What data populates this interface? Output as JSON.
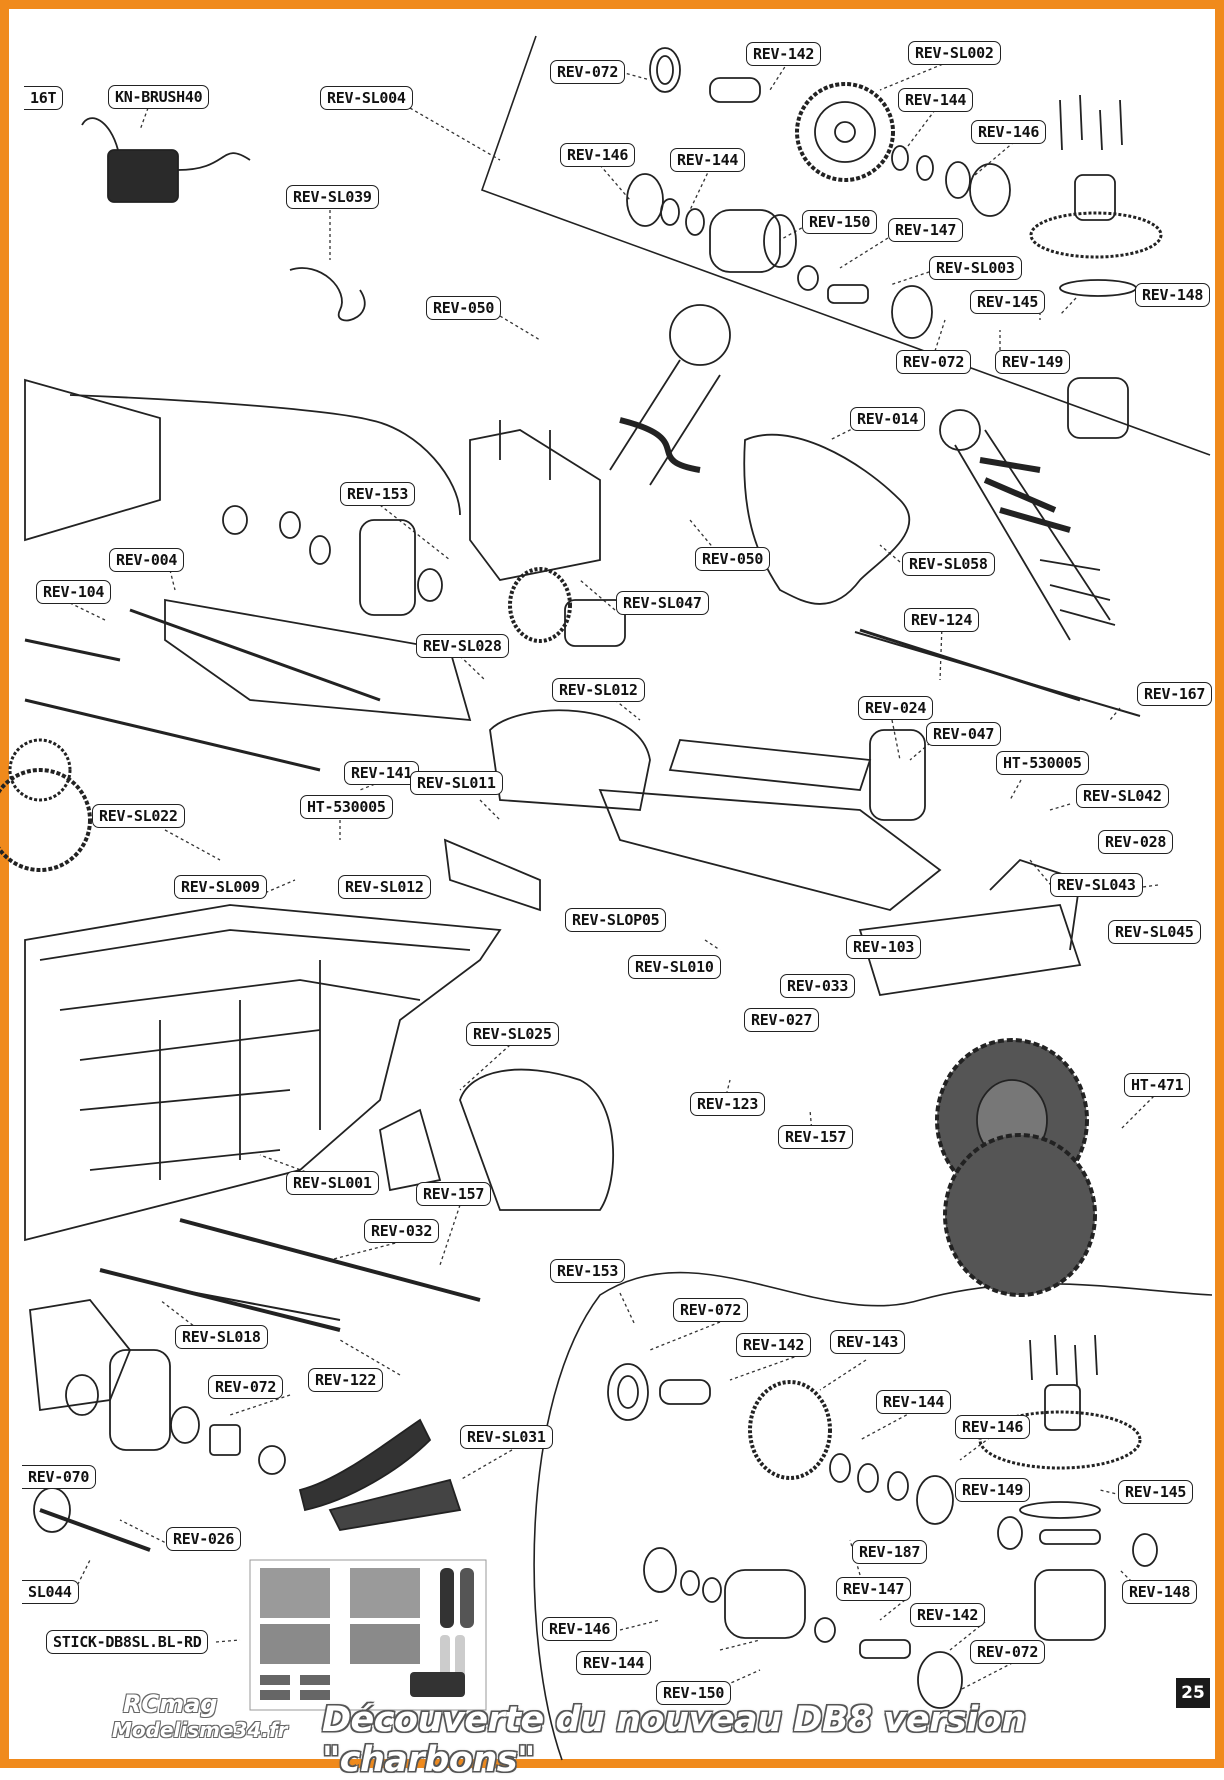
{
  "page": {
    "number": "25",
    "brand_line1": "RCmag",
    "brand_line2": "Modelisme34.fr",
    "caption": "Découverte du nouveau DB8 version \"charbons\""
  },
  "colors": {
    "frame": "#f08a1c",
    "line": "#222222",
    "label_border": "#222222"
  },
  "parts": [
    {
      "id": "p01",
      "label": "16T",
      "cut": true
    },
    {
      "id": "p02",
      "label": "KN-BRUSH40"
    },
    {
      "id": "p03",
      "label": "REV-SL004"
    },
    {
      "id": "p04",
      "label": "REV-072"
    },
    {
      "id": "p05",
      "label": "REV-142"
    },
    {
      "id": "p06",
      "label": "REV-SL002"
    },
    {
      "id": "p07",
      "label": "REV-144"
    },
    {
      "id": "p08",
      "label": "REV-146"
    },
    {
      "id": "p09",
      "label": "REV-146"
    },
    {
      "id": "p10",
      "label": "REV-144"
    },
    {
      "id": "p11",
      "label": "REV-150"
    },
    {
      "id": "p12",
      "label": "REV-147"
    },
    {
      "id": "p13",
      "label": "REV-SL003"
    },
    {
      "id": "p14",
      "label": "REV-145"
    },
    {
      "id": "p15",
      "label": "REV-148"
    },
    {
      "id": "p16",
      "label": "REV-072"
    },
    {
      "id": "p17",
      "label": "REV-149"
    },
    {
      "id": "p18",
      "label": "REV-SL039"
    },
    {
      "id": "p19",
      "label": "REV-050"
    },
    {
      "id": "p20",
      "label": "REV-014"
    },
    {
      "id": "p21",
      "label": "REV-153"
    },
    {
      "id": "p22",
      "label": "REV-050"
    },
    {
      "id": "p23",
      "label": "REV-SL058"
    },
    {
      "id": "p24",
      "label": "REV-004"
    },
    {
      "id": "p25",
      "label": "REV-104"
    },
    {
      "id": "p26",
      "label": "REV-SL047"
    },
    {
      "id": "p27",
      "label": "REV-124"
    },
    {
      "id": "p28",
      "label": "REV-SL028"
    },
    {
      "id": "p29",
      "label": "REV-SL012"
    },
    {
      "id": "p30",
      "label": "REV-024"
    },
    {
      "id": "p31",
      "label": "REV-167"
    },
    {
      "id": "p32",
      "label": "REV-047"
    },
    {
      "id": "p33",
      "label": "HT-530005"
    },
    {
      "id": "p34",
      "label": "REV-141"
    },
    {
      "id": "p35",
      "label": "REV-SL011"
    },
    {
      "id": "p36",
      "label": "REV-SL022"
    },
    {
      "id": "p37",
      "label": "HT-530005"
    },
    {
      "id": "p38",
      "label": "REV-SL042"
    },
    {
      "id": "p39",
      "label": "REV-028"
    },
    {
      "id": "p40",
      "label": "REV-SL009"
    },
    {
      "id": "p41",
      "label": "REV-SL012"
    },
    {
      "id": "p42",
      "label": "REV-SL043"
    },
    {
      "id": "p43",
      "label": "REV-SLOP05"
    },
    {
      "id": "p44",
      "label": "REV-SL045"
    },
    {
      "id": "p45",
      "label": "REV-103"
    },
    {
      "id": "p46",
      "label": "REV-SL010"
    },
    {
      "id": "p47",
      "label": "REV-033"
    },
    {
      "id": "p48",
      "label": "REV-027"
    },
    {
      "id": "p49",
      "label": "REV-SL025"
    },
    {
      "id": "p50",
      "label": "HT-471"
    },
    {
      "id": "p51",
      "label": "REV-123"
    },
    {
      "id": "p52",
      "label": "REV-157"
    },
    {
      "id": "p53",
      "label": "REV-SL001"
    },
    {
      "id": "p54",
      "label": "REV-157"
    },
    {
      "id": "p55",
      "label": "REV-032"
    },
    {
      "id": "p56",
      "label": "REV-153"
    },
    {
      "id": "p57",
      "label": "REV-072"
    },
    {
      "id": "p58",
      "label": "REV-142"
    },
    {
      "id": "p59",
      "label": "REV-143"
    },
    {
      "id": "p60",
      "label": "REV-SL018"
    },
    {
      "id": "p61",
      "label": "REV-122"
    },
    {
      "id": "p62",
      "label": "REV-072"
    },
    {
      "id": "p63",
      "label": "REV-144"
    },
    {
      "id": "p64",
      "label": "REV-146"
    },
    {
      "id": "p65",
      "label": "REV-SL031"
    },
    {
      "id": "p66",
      "label": "REV-149"
    },
    {
      "id": "p67",
      "label": "REV-145"
    },
    {
      "id": "p68",
      "label": "REV-070",
      "cut": true
    },
    {
      "id": "p69",
      "label": "REV-026"
    },
    {
      "id": "p70",
      "label": "REV-187"
    },
    {
      "id": "p71",
      "label": "REV-148"
    },
    {
      "id": "p72",
      "label": "SL044",
      "cut": true
    },
    {
      "id": "p73",
      "label": "REV-147"
    },
    {
      "id": "p74",
      "label": "REV-142"
    },
    {
      "id": "p75",
      "label": "REV-146"
    },
    {
      "id": "p76",
      "label": "REV-072"
    },
    {
      "id": "p77",
      "label": "STICK-DB8SL.BL-RD"
    },
    {
      "id": "p78",
      "label": "REV-144"
    },
    {
      "id": "p79",
      "label": "REV-150"
    }
  ]
}
